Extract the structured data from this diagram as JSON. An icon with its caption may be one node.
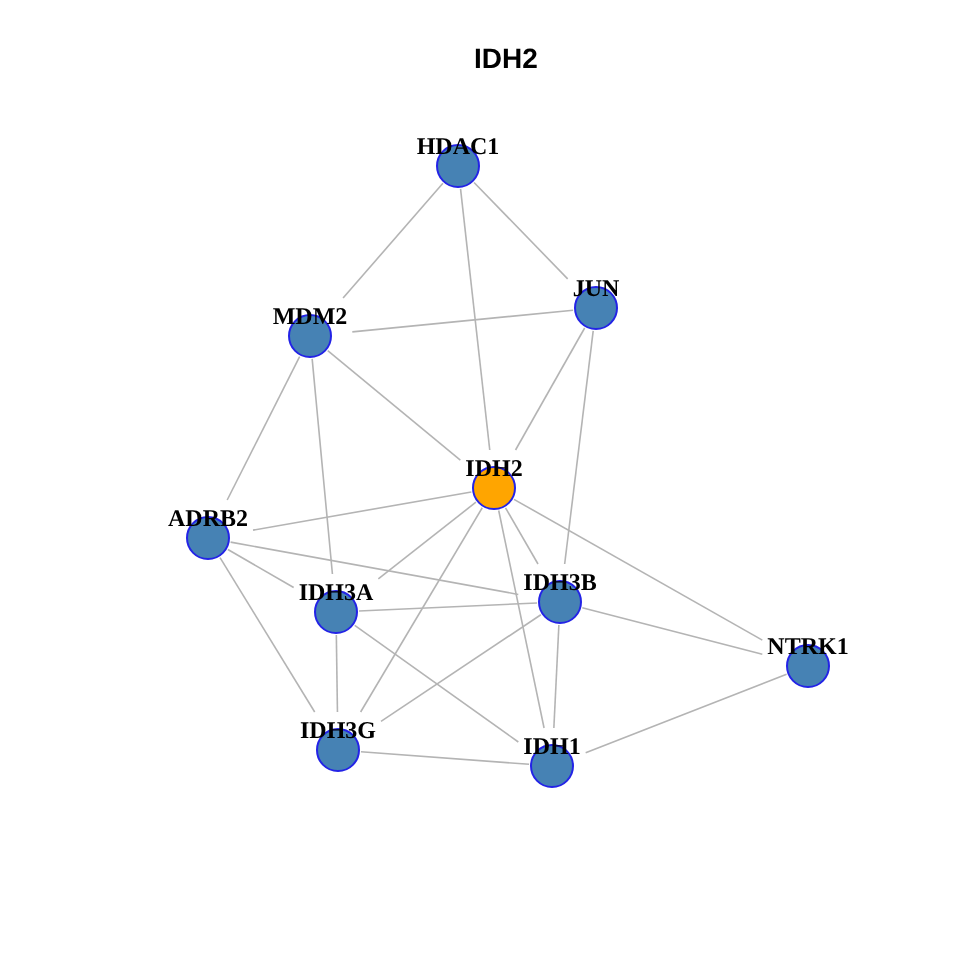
{
  "diagram": {
    "title": "IDH2",
    "nodes": [
      {
        "text": [
          "HDAC1"
        ]
      },
      {
        "text": [
          "JUN"
        ]
      },
      {
        "text": [
          "MDM2"
        ]
      },
      {
        "text": [
          "IDH2"
        ]
      },
      {
        "text": [
          "ADRB2"
        ]
      },
      {
        "text": [
          "IDH3B"
        ]
      },
      {
        "text": [
          "IDH3A"
        ]
      },
      {
        "text": [
          "NTRK1"
        ]
      },
      {
        "text": [
          "IDH3G"
        ]
      },
      {
        "text": [
          "IDH1"
        ]
      }
    ],
    "edges": [
      {
        "from": 0,
        "to": 2,
        "arrow": "none"
      },
      {
        "from": 0,
        "to": 1,
        "arrow": "none"
      },
      {
        "from": 0,
        "to": 3,
        "arrow": "none"
      },
      {
        "from": 2,
        "to": 1,
        "arrow": "none"
      },
      {
        "from": 2,
        "to": 3,
        "arrow": "none"
      },
      {
        "from": 2,
        "to": 4,
        "arrow": "none"
      },
      {
        "from": 2,
        "to": 6,
        "arrow": "none"
      },
      {
        "from": 1,
        "to": 3,
        "arrow": "none"
      },
      {
        "from": 1,
        "to": 5,
        "arrow": "none"
      },
      {
        "from": 3,
        "to": 4,
        "arrow": "none"
      },
      {
        "from": 3,
        "to": 6,
        "arrow": "none"
      },
      {
        "from": 3,
        "to": 8,
        "arrow": "none"
      },
      {
        "from": 3,
        "to": 5,
        "arrow": "none"
      },
      {
        "from": 3,
        "to": 9,
        "arrow": "none"
      },
      {
        "from": 3,
        "to": 7,
        "arrow": "none"
      },
      {
        "from": 4,
        "to": 6,
        "arrow": "none"
      },
      {
        "from": 4,
        "to": 5,
        "arrow": "none"
      },
      {
        "from": 4,
        "to": 8,
        "arrow": "none"
      },
      {
        "from": 6,
        "to": 5,
        "arrow": "none"
      },
      {
        "from": 6,
        "to": 9,
        "arrow": "none"
      },
      {
        "from": 6,
        "to": 8,
        "arrow": "none"
      },
      {
        "from": 5,
        "to": 7,
        "arrow": "none"
      },
      {
        "from": 5,
        "to": 8,
        "arrow": "none"
      },
      {
        "from": 5,
        "to": 9,
        "arrow": "none"
      },
      {
        "from": 8,
        "to": 9,
        "arrow": "none"
      },
      {
        "from": 9,
        "to": 7,
        "arrow": "none"
      }
    ]
  }
}
